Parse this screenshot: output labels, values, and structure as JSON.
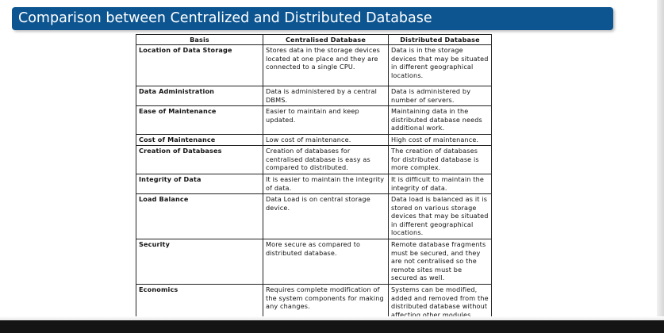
{
  "title": "Comparison between Centralized and Distributed Database",
  "table": {
    "headers": [
      "Basis",
      "Centralised Database",
      "Distributed Database"
    ],
    "rows": [
      {
        "basis": "Location of Data Storage",
        "centralised": "Stores data in the storage devices located at one place and they are connected to a single CPU.",
        "distributed": "Data is in the storage devices that may be situated in different geographical locations."
      },
      {
        "basis": "Data Administration",
        "centralised": "Data is administered by a central DBMS.",
        "distributed": "Data is administered by number of servers."
      },
      {
        "basis": "Ease of Maintenance",
        "centralised": "Easier to maintain and keep updated.",
        "distributed": "Maintaining data in the distributed database needs additional work."
      },
      {
        "basis": "Cost of Maintenance",
        "centralised": "Low cost of maintenance.",
        "distributed": "High cost of maintenance."
      },
      {
        "basis": "Creation of Databases",
        "centralised": "Creation of databases for centralised database is easy as compared to distributed.",
        "distributed": "The creation of databases for distributed database is more complex."
      },
      {
        "basis": "Integrity of Data",
        "centralised": "It is easier to maintain the integrity of data.",
        "distributed": "It is difficult to maintain the integrity of data."
      },
      {
        "basis": "Load Balance",
        "centralised": "Data Load is on central storage device.",
        "distributed": "Data load is balanced as it is stored on various storage devices that may be situated in different geographical locations."
      },
      {
        "basis": "Security",
        "centralised": "More secure as compared to distributed database.",
        "distributed": "Remote database fragments must be secured, and they are not centralised so the remote sites must be secured as well."
      },
      {
        "basis": "Economics",
        "centralised": "Requires complete modification of the system components for making any changes.",
        "distributed": "Systems can be modified, added and removed from the distributed database without affecting other modules."
      }
    ]
  }
}
